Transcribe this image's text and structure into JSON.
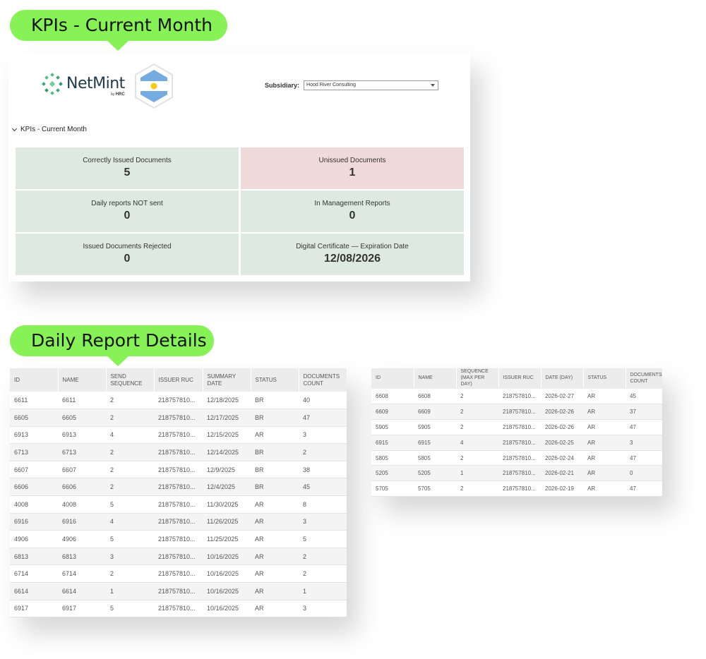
{
  "callouts": {
    "kpis": "KPIs - Current Month",
    "daily": "Daily Report Details"
  },
  "header": {
    "logo_name": "NetMint",
    "logo_by": "by",
    "logo_org": "HRC",
    "subsidiary_label": "Subsidiary:",
    "subsidiary_value": "Hood River Consulting"
  },
  "section": {
    "title": "KPIs - Current Month"
  },
  "kpis": [
    {
      "label": "Correctly Issued Documents",
      "value": "5",
      "status": "ok"
    },
    {
      "label": "Unissued Documents",
      "value": "1",
      "status": "alert"
    },
    {
      "label": "Daily reports NOT sent",
      "value": "0",
      "status": "ok"
    },
    {
      "label": "In Management Reports",
      "value": "0",
      "status": "ok"
    },
    {
      "label": "Issued Documents Rejected",
      "value": "0",
      "status": "ok"
    },
    {
      "label": "Digital Certificate — Expiration Date",
      "value": "12/08/2026",
      "status": "ok"
    }
  ],
  "colors": {
    "callout": "#86f255",
    "tile_ok": "#deeae1",
    "tile_alert": "#f0d9d9",
    "flag_blue": "#74acdf",
    "flag_sun": "#f6c915"
  },
  "table_left": {
    "headers": [
      "ID",
      "NAME",
      "SEND SEQUENCE",
      "ISSUER RUC",
      "SUMMARY DATE",
      "STATUS",
      "DOCUMENTS COUNT"
    ],
    "rows": [
      [
        "6611",
        "6611",
        "2",
        "218757810...",
        "12/18/2025",
        "BR",
        "40"
      ],
      [
        "6605",
        "6605",
        "2",
        "218757810...",
        "12/17/2025",
        "BR",
        "47"
      ],
      [
        "6913",
        "6913",
        "4",
        "218757810...",
        "12/15/2025",
        "AR",
        "3"
      ],
      [
        "6713",
        "6713",
        "2",
        "218757810...",
        "12/14/2025",
        "BR",
        "2"
      ],
      [
        "6607",
        "6607",
        "2",
        "218757810...",
        "12/9/2025",
        "BR",
        "38"
      ],
      [
        "6606",
        "6606",
        "2",
        "218757810...",
        "12/4/2025",
        "BR",
        "45"
      ],
      [
        "4008",
        "4008",
        "5",
        "218757810...",
        "11/30/2025",
        "AR",
        "8"
      ],
      [
        "6916",
        "6916",
        "4",
        "218757810...",
        "11/26/2025",
        "AR",
        "3"
      ],
      [
        "4906",
        "4906",
        "5",
        "218757810...",
        "11/25/2025",
        "AR",
        "5"
      ],
      [
        "6813",
        "6813",
        "3",
        "218757810...",
        "10/16/2025",
        "AR",
        "2"
      ],
      [
        "6714",
        "6714",
        "2",
        "218757810...",
        "10/16/2025",
        "AR",
        "2"
      ],
      [
        "6614",
        "6614",
        "1",
        "218757810...",
        "10/16/2025",
        "AR",
        "1"
      ],
      [
        "6917",
        "6917",
        "5",
        "218757810...",
        "10/16/2025",
        "AR",
        "3"
      ]
    ]
  },
  "table_right": {
    "headers": [
      "ID",
      "NAME",
      "SEQUENCE (MAX PER DAY)",
      "ISSUER RUC",
      "DATE (DAY)",
      "STATUS",
      "DOCUMENTS COUNT"
    ],
    "rows": [
      [
        "6608",
        "6608",
        "2",
        "218757810...",
        "2026-02-27",
        "AR",
        "45"
      ],
      [
        "6609",
        "6609",
        "2",
        "218757810...",
        "2026-02-26",
        "AR",
        "37"
      ],
      [
        "5905",
        "5905",
        "2",
        "218757810...",
        "2026-02-26",
        "AR",
        "47"
      ],
      [
        "6915",
        "6915",
        "4",
        "218757810...",
        "2026-02-25",
        "AR",
        "3"
      ],
      [
        "5805",
        "5805",
        "2",
        "218757810...",
        "2026-02-24",
        "AR",
        "47"
      ],
      [
        "5205",
        "5205",
        "1",
        "218757810...",
        "2026-02-21",
        "AR",
        "0"
      ],
      [
        "5705",
        "5705",
        "2",
        "218757810...",
        "2026-02-19",
        "AR",
        "47"
      ]
    ]
  }
}
